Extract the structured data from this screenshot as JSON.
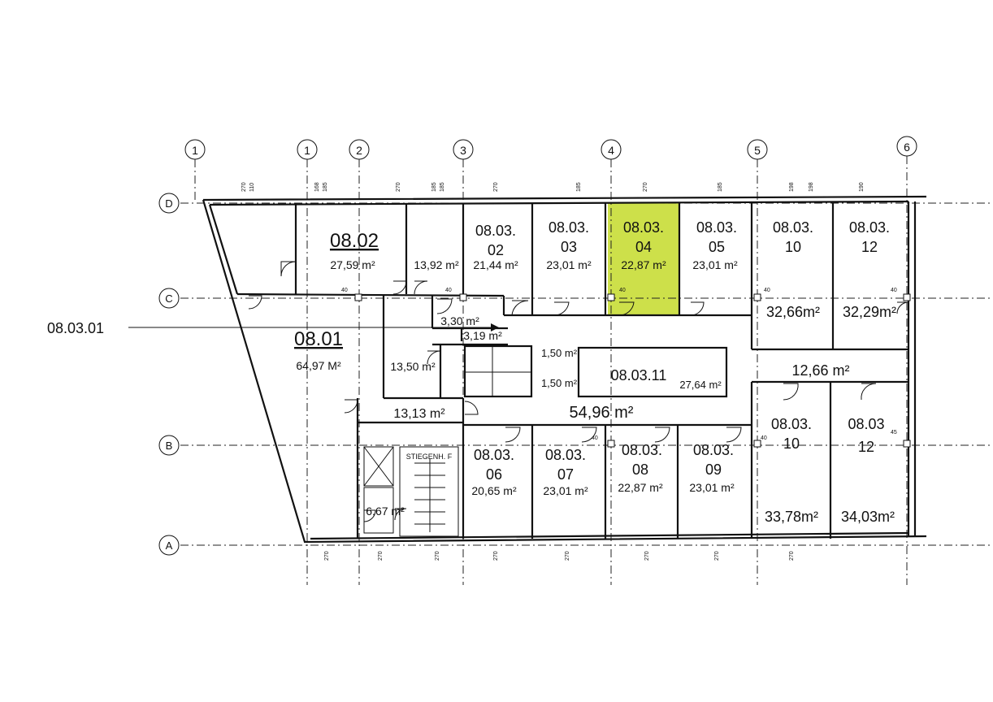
{
  "highlight_color": "#cde04a",
  "axes": {
    "columns": [
      "1",
      "1",
      "2",
      "3",
      "4",
      "5",
      "6"
    ],
    "rows": [
      "D",
      "C",
      "B",
      "A"
    ]
  },
  "callout_label": "08.03.01",
  "stair_label": "STIEGENH. F",
  "rooms": {
    "r0802": {
      "id": "08.02",
      "area": "27,59 m²"
    },
    "r1392": {
      "area": "13,92 m²"
    },
    "r080302": {
      "id_l1": "08.03.",
      "id_l2": "02",
      "area": "21,44 m²"
    },
    "r080303": {
      "id_l1": "08.03.",
      "id_l2": "03",
      "area": "23,01 m²"
    },
    "r080304": {
      "id_l1": "08.03.",
      "id_l2": "04",
      "area": "22,87 m²"
    },
    "r080305": {
      "id_l1": "08.03.",
      "id_l2": "05",
      "area": "23,01 m²"
    },
    "r08031010": {
      "id_l1": "08.03.",
      "id_l2": "10",
      "area": "32,66m²"
    },
    "r08031212": {
      "id_l1": "08.03.",
      "id_l2": "12",
      "area": "32,29m²"
    },
    "r0801": {
      "id": "08.01",
      "area": "64,97 M²"
    },
    "r330": {
      "area": "3,30 m²"
    },
    "r319": {
      "area": "3,19 m²"
    },
    "r1350": {
      "area": "13,50 m²"
    },
    "r150a": {
      "area": "1,50 m²"
    },
    "r150b": {
      "area": "1,50 m²"
    },
    "r080311": {
      "id": "08.03.11",
      "area": "27,64 m²"
    },
    "r1266": {
      "area": "12,66 m²"
    },
    "r1313": {
      "area": "13,13 m²"
    },
    "r5496": {
      "area": "54,96 m²"
    },
    "r080306": {
      "id_l1": "08.03.",
      "id_l2": "06",
      "area": "20,65 m²"
    },
    "r080307": {
      "id_l1": "08.03.",
      "id_l2": "07",
      "area": "23,01 m²"
    },
    "r080308": {
      "id_l1": "08.03.",
      "id_l2": "08",
      "area": "22,87 m²"
    },
    "r080309": {
      "id_l1": "08.03.",
      "id_l2": "09",
      "area": "23,01 m²"
    },
    "r080310b": {
      "id_l1": "08.03.",
      "id_l2": "10",
      "area": "33,78m²"
    },
    "r080312b": {
      "id_l1": "08.03",
      "id_l2": "12",
      "area": "34,03m²"
    },
    "r667": {
      "area": "6,67 m²"
    }
  },
  "dims": {
    "top": [
      "270",
      "110",
      "168",
      "185",
      "270",
      "185",
      "185",
      "270",
      "185",
      "270",
      "185",
      "198",
      "198",
      "190"
    ],
    "bottom": [
      "270",
      "270",
      "270",
      "270",
      "270",
      "270",
      "270",
      "270"
    ],
    "small": [
      "40",
      "40",
      "40",
      "40",
      "40",
      "40",
      "40",
      "45"
    ]
  }
}
